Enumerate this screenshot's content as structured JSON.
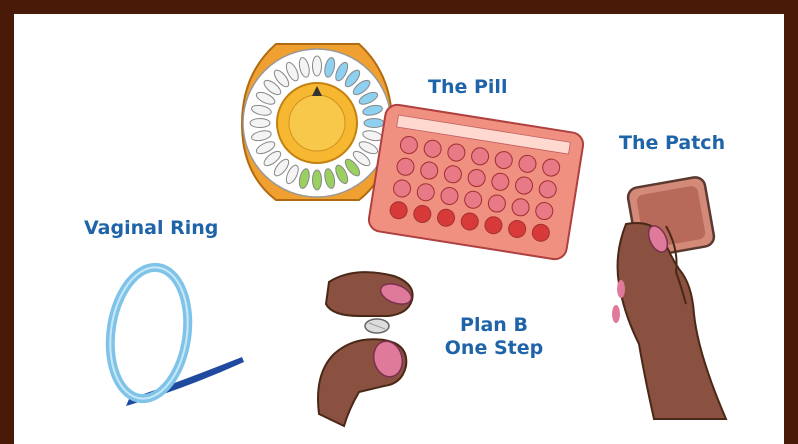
{
  "labels": {
    "pill": "The Pill",
    "patch": "The Patch",
    "ring": "Vaginal Ring",
    "planb_line1": "Plan B",
    "planb_line2": "One Step"
  },
  "icons": {
    "compact": "pill-compact-icon",
    "blister": "pill-blister-pack-icon",
    "patch": "hand-holding-patch-icon",
    "ring": "vaginal-ring-icon",
    "planb": "hand-holding-pill-icon"
  },
  "colors": {
    "background_frame": "#4a1a08",
    "label_blue": "#1f64a8",
    "pill_pink": "#e87a88",
    "pill_red": "#d83a3a",
    "compact_orange": "#f0a030",
    "ring_blue": "#7fc4e8",
    "skin": "#8a5040",
    "nail_pink": "#e07a9a"
  }
}
